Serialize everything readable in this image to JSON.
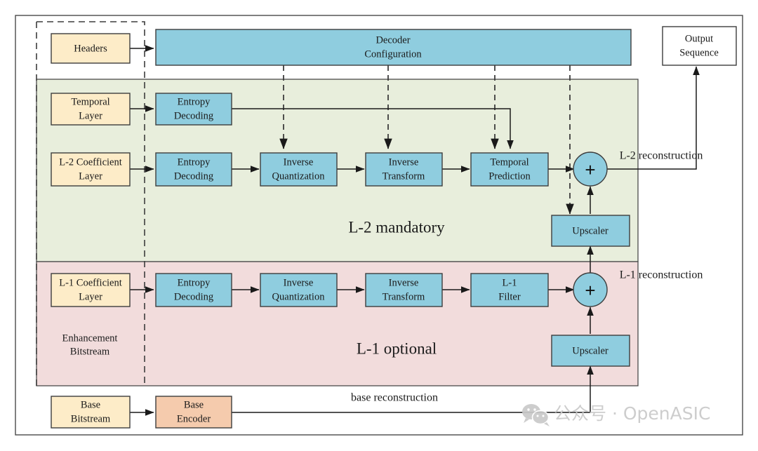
{
  "figure": {
    "title": "LCEVC-style layered decoder block diagram",
    "outer_border_color": "#4a4a4a",
    "background": "#ffffff"
  },
  "palette": {
    "blue_fill": "#8FCDDF",
    "yellow_fill": "#FDECC8",
    "orange_fill": "#F5CBAD",
    "white_fill": "#FFFFFF",
    "green_region": "#E8EEDC",
    "pink_region": "#F2DCDC",
    "stroke": "#3d3d3d",
    "text": "#1a1a1a",
    "watermark": "#c9c9c9"
  },
  "regions": [
    {
      "id": "l2",
      "label": "L-2 mandatory",
      "fill": "#E8EEDC"
    },
    {
      "id": "l1",
      "label": "L-1 optional",
      "fill": "#F2DCDC"
    }
  ],
  "inputs": [
    {
      "id": "headers",
      "label": "Headers",
      "fill": "#FDECC8"
    },
    {
      "id": "temporal-layer",
      "label": "Temporal\nLayer",
      "line1": "Temporal",
      "line2": "Layer",
      "fill": "#FDECC8"
    },
    {
      "id": "l2-coefficient-layer",
      "line1": "L-2 Coefficient",
      "line2": "Layer",
      "fill": "#FDECC8"
    },
    {
      "id": "l1-coefficient-layer",
      "line1": "L-1 Coefficient",
      "line2": "Layer",
      "fill": "#FDECC8"
    },
    {
      "id": "base-bitstream",
      "line1": "Base",
      "line2": "Bitstream",
      "fill": "#FDECC8"
    }
  ],
  "blocks": {
    "decoder_configuration": {
      "line1": "Decoder",
      "line2": "Configuration",
      "fill": "#8FCDDF"
    },
    "output_sequence": {
      "line1": "Output",
      "line2": "Sequence",
      "fill": "#FFFFFF"
    },
    "temporal_entropy_decoding": {
      "line1": "Entropy",
      "line2": "Decoding",
      "fill": "#8FCDDF"
    },
    "l2_entropy_decoding": {
      "line1": "Entropy",
      "line2": "Decoding",
      "fill": "#8FCDDF"
    },
    "l2_inverse_quantization": {
      "line1": "Inverse",
      "line2": "Quantization",
      "fill": "#8FCDDF"
    },
    "l2_inverse_transform": {
      "line1": "Inverse",
      "line2": "Transform",
      "fill": "#8FCDDF"
    },
    "temporal_prediction": {
      "line1": "Temporal",
      "line2": "Prediction",
      "fill": "#8FCDDF"
    },
    "l2_upscaler": {
      "line1": "Upscaler",
      "fill": "#8FCDDF"
    },
    "l1_entropy_decoding": {
      "line1": "Entropy",
      "line2": "Decoding",
      "fill": "#8FCDDF"
    },
    "l1_inverse_quantization": {
      "line1": "Inverse",
      "line2": "Quantization",
      "fill": "#8FCDDF"
    },
    "l1_inverse_transform": {
      "line1": "Inverse",
      "line2": "Transform",
      "fill": "#8FCDDF"
    },
    "l1_filter": {
      "line1": "L-1",
      "line2": "Filter",
      "fill": "#8FCDDF"
    },
    "l1_upscaler": {
      "line1": "Upscaler",
      "fill": "#8FCDDF"
    },
    "base_encoder": {
      "line1": "Base",
      "line2": "Encoder",
      "fill": "#F5CBAD"
    }
  },
  "adders": [
    {
      "id": "l2-adder",
      "symbol": "+",
      "fill": "#8FCDDF"
    },
    {
      "id": "l1-adder",
      "symbol": "+",
      "fill": "#8FCDDF"
    }
  ],
  "annotations": [
    {
      "id": "l2-reconstruction",
      "label": "L-2 reconstruction"
    },
    {
      "id": "l1-reconstruction",
      "label": "L-1 reconstruction"
    },
    {
      "id": "base-reconstruction",
      "label": "base reconstruction"
    },
    {
      "id": "enhancement-bitstream",
      "line1": "Enhancement",
      "line2": "Bitstream"
    }
  ],
  "watermark": {
    "icon": "wechat-icon",
    "text": "公众号 · OpenASIC"
  }
}
